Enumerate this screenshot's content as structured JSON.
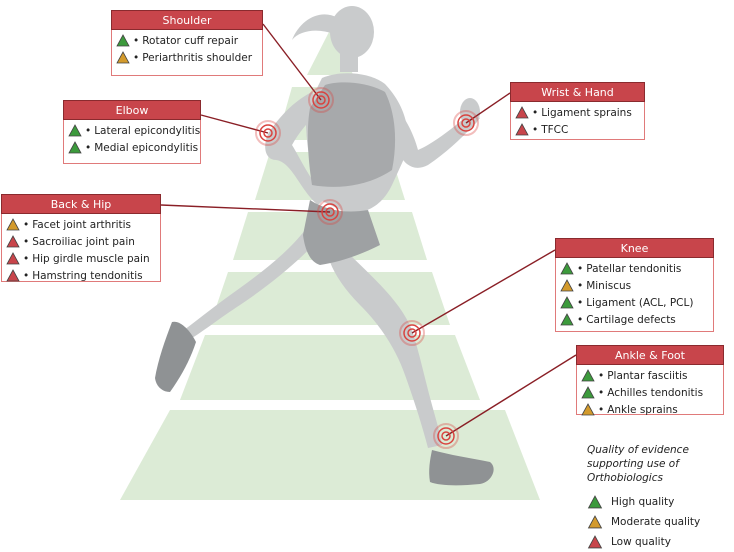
{
  "colors": {
    "high": "#3c9a3c",
    "moderate": "#d39a2c",
    "low": "#c8454b",
    "header": "#c8454b",
    "pyramid": "#dcebd6",
    "body": "#c9cbcc"
  },
  "regions": [
    {
      "id": "shoulder",
      "title": "Shoulder",
      "items": [
        {
          "label": "Rotator cuff repair",
          "quality": "high"
        },
        {
          "label": "Periarthritis shoulder",
          "quality": "moderate"
        }
      ]
    },
    {
      "id": "elbow",
      "title": "Elbow",
      "items": [
        {
          "label": "Lateral epicondylitis",
          "quality": "high"
        },
        {
          "label": "Medial epicondylitis",
          "quality": "high"
        }
      ]
    },
    {
      "id": "wrist",
      "title": "Wrist & Hand",
      "items": [
        {
          "label": "Ligament sprains",
          "quality": "low"
        },
        {
          "label": "TFCC",
          "quality": "low"
        }
      ]
    },
    {
      "id": "back",
      "title": "Back & Hip",
      "items": [
        {
          "label": "Facet joint arthritis",
          "quality": "moderate"
        },
        {
          "label": "Sacroiliac joint pain",
          "quality": "low"
        },
        {
          "label": "Hip girdle muscle pain",
          "quality": "low"
        },
        {
          "label": "Hamstring tendonitis",
          "quality": "low"
        }
      ]
    },
    {
      "id": "knee",
      "title": "Knee",
      "items": [
        {
          "label": "Patellar tendonitis",
          "quality": "high"
        },
        {
          "label": "Miniscus",
          "quality": "moderate"
        },
        {
          "label": "Ligament (ACL, PCL)",
          "quality": "high"
        },
        {
          "label": "Cartilage defects",
          "quality": "high"
        }
      ]
    },
    {
      "id": "ankle",
      "title": "Ankle & Foot",
      "items": [
        {
          "label": "Plantar fasciitis",
          "quality": "high"
        },
        {
          "label": "Achilles tendonitis",
          "quality": "high"
        },
        {
          "label": "Ankle sprains",
          "quality": "moderate"
        }
      ]
    }
  ],
  "legend": {
    "title": "Quality of evidence supporting use of Orthobiologics",
    "items": [
      {
        "label": "High quality",
        "quality": "high"
      },
      {
        "label": "Moderate quality",
        "quality": "moderate"
      },
      {
        "label": "Low quality",
        "quality": "low"
      }
    ]
  },
  "bullet": "•"
}
